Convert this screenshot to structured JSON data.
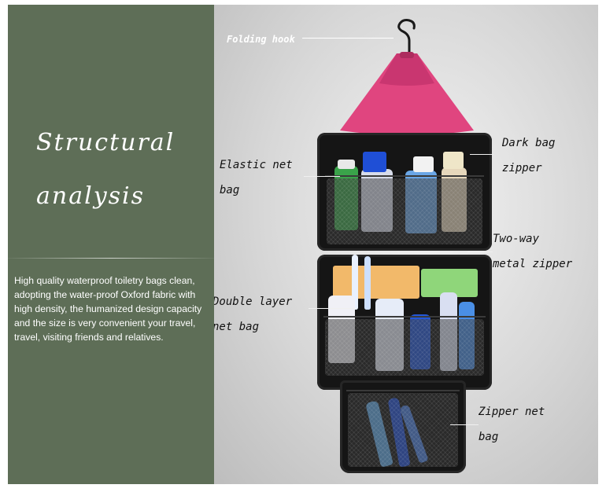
{
  "left_panel": {
    "heading_line1": "Structural",
    "heading_line2": "analysis",
    "description": "High quality waterproof toiletry bags clean, adopting the water-proof Oxford fabric with high density, the humanized design capacity and the size is very convenient your travel, travel, visiting friends and relatives."
  },
  "callouts": {
    "folding_hook": "Folding hook",
    "elastic_net_bag": [
      "Elastic net",
      "bag"
    ],
    "dark_bag_zipper": [
      "Dark bag",
      "zipper"
    ],
    "two_way_metal_zipper": [
      "Two-way",
      "metal zipper"
    ],
    "double_layer_net_bag": [
      "Double layer",
      "net bag"
    ],
    "zipper_net_bag": [
      "Zipper net",
      "bag"
    ]
  },
  "colors": {
    "left_panel_bg": "#5e6e57",
    "bag_body": "#151515",
    "bag_flap": "#e0457f",
    "text_on_dark": "#ffffff",
    "callout_text": "#111111"
  }
}
